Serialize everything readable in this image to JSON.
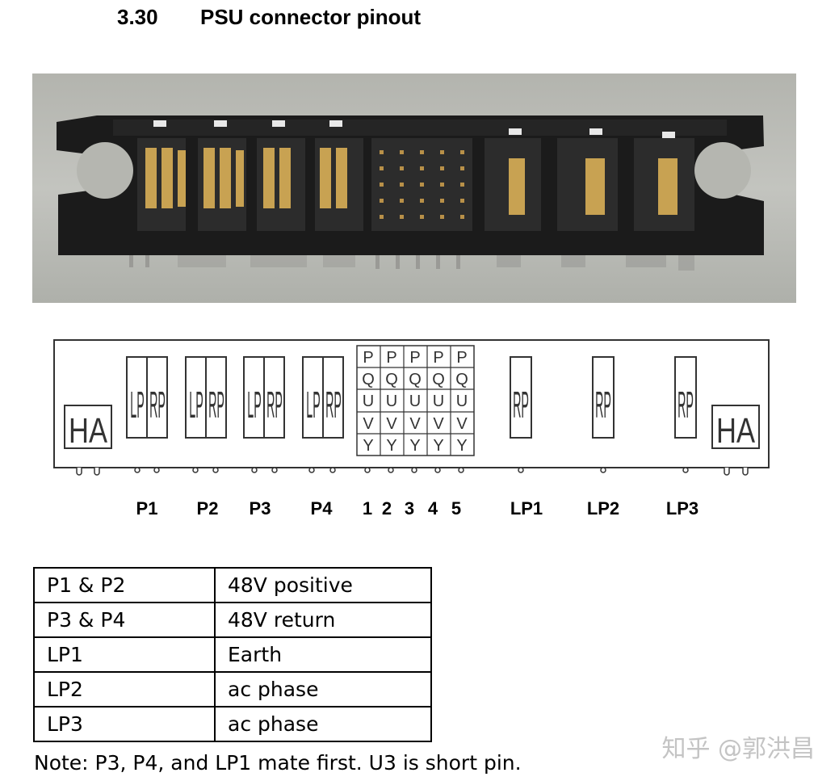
{
  "header": {
    "section_number": "3.30",
    "title": "PSU connector pinout"
  },
  "photo": {
    "alt_icon": "psu-connector-photo"
  },
  "diagram": {
    "end_label_left": "HA",
    "end_label_right": "HA",
    "power_blocks": [
      {
        "name": "P1",
        "left": "LP",
        "right": "RP"
      },
      {
        "name": "P2",
        "left": "LP",
        "right": "RP"
      },
      {
        "name": "P3",
        "left": "LP",
        "right": "RP"
      },
      {
        "name": "P4",
        "left": "LP",
        "right": "RP"
      }
    ],
    "signal_rows": [
      "P",
      "Q",
      "U",
      "V",
      "Y"
    ],
    "signal_columns": [
      "1",
      "2",
      "3",
      "4",
      "5"
    ],
    "lp_blocks": [
      {
        "name": "LP1",
        "label": "RP"
      },
      {
        "name": "LP2",
        "label": "RP"
      },
      {
        "name": "LP3",
        "label": "RP"
      }
    ]
  },
  "table": {
    "rows": [
      {
        "pins": "P1 & P2",
        "function": "48V positive"
      },
      {
        "pins": "P3 & P4",
        "function": "48V return"
      },
      {
        "pins": "LP1",
        "function": "Earth"
      },
      {
        "pins": "LP2",
        "function": "ac phase"
      },
      {
        "pins": "LP3",
        "function": "ac phase"
      }
    ]
  },
  "note": "Note: P3, P4, and LP1 mate first. U3 is short pin.",
  "watermark": "知乎 @郭洪昌"
}
